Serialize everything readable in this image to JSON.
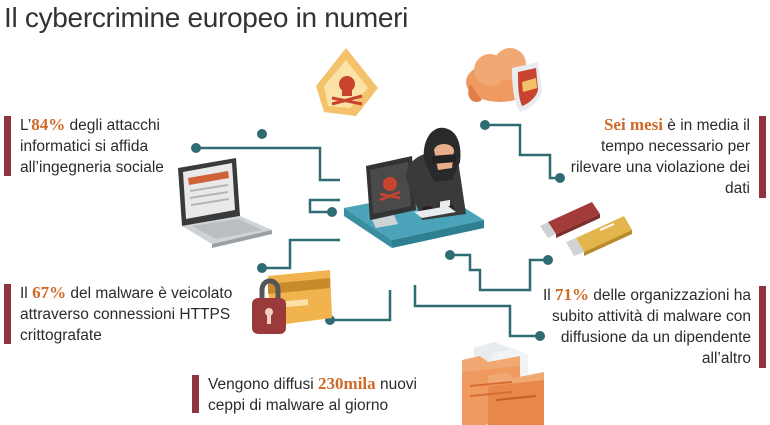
{
  "title": "Il cybercrimine europeo in numeri",
  "colors": {
    "accent": "#cf6a26",
    "bar": "#8f3340",
    "line": "#2f6b73",
    "desk": "#4aa3b8"
  },
  "stats": [
    {
      "before": "L’",
      "highlight": "84%",
      "after": " degli attacchi informatici si affida all’ingegneria sociale"
    },
    {
      "before": "Il ",
      "highlight": "67%",
      "after": " del malware è veicolato attraverso connessioni HTTPS crittografate"
    },
    {
      "before": "Vengono diffusi ",
      "highlight": "230mila",
      "after": " nuovi ceppi di malware al giorno"
    },
    {
      "before": "",
      "highlight": "Sei mesi",
      "after": " è in media il tempo necessario per rilevare una violazione dei dati"
    },
    {
      "before": "Il ",
      "highlight": "71%",
      "after": " delle organizzazioni ha subito attività di malware con diffusione da un dipendente all’altro"
    }
  ],
  "icons": [
    "warning-skull-envelope-icon",
    "cloud-shield-icon",
    "laptop-icon",
    "padlock-credit-card-icon",
    "usb-drives-icon",
    "folders-icon",
    "hacker-computer-icon"
  ]
}
